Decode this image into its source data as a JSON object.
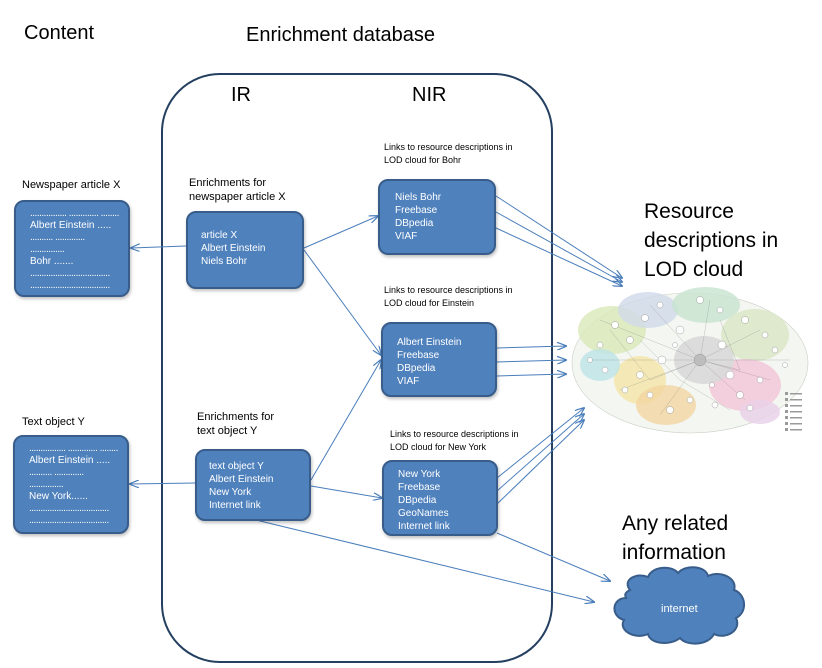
{
  "titles": {
    "content": "Content",
    "enrichment_db": "Enrichment database",
    "ir": "IR",
    "nir": "NIR",
    "resource_desc": [
      "Resource",
      "descriptions in",
      "LOD cloud"
    ],
    "any_related": [
      "Any related",
      "information"
    ]
  },
  "content_boxes": {
    "newspaper": {
      "label": "Newspaper article X",
      "lines": [
        "................  .............  ........",
        "Albert Einstein .....",
        "..........  .............",
        "...............",
        "Bohr .......",
        "...................................",
        "..................................."
      ]
    },
    "textobj": {
      "label": "Text object Y",
      "lines": [
        "................  .............  ........",
        "Albert Einstein .....",
        "..........  .............",
        "...............",
        "New York......",
        "...................................",
        "..................................."
      ]
    }
  },
  "ir_boxes": {
    "article": {
      "label": [
        "Enrichments for",
        "newspaper article X"
      ],
      "lines": [
        "article X",
        "Albert Einstein",
        "Niels Bohr"
      ]
    },
    "textobj": {
      "label": [
        "Enrichments for",
        "text object Y"
      ],
      "lines": [
        "text object Y",
        "Albert Einstein",
        "New York",
        "Internet link"
      ]
    }
  },
  "nir_boxes": {
    "bohr": {
      "label": [
        "Links to resource descriptions in",
        "LOD cloud for Bohr"
      ],
      "lines": [
        "Niels Bohr",
        "Freebase",
        "DBpedia",
        "VIAF"
      ]
    },
    "einstein": {
      "label": [
        "Links to resource descriptions in",
        "LOD cloud for Einstein"
      ],
      "lines": [
        "Albert Einstein",
        "Freebase",
        "DBpedia",
        "VIAF"
      ]
    },
    "newyork": {
      "label": [
        "Links to resource descriptions in",
        "LOD cloud for New York"
      ],
      "lines": [
        "New York",
        "Freebase",
        "DBpedia",
        "GeoNames",
        "Internet link"
      ]
    }
  },
  "cloud": {
    "label": "internet"
  },
  "colors": {
    "box_fill": "#4f81bd",
    "box_border": "#385d8a",
    "arrow": "#4a7ebb",
    "container": "#243f60"
  }
}
